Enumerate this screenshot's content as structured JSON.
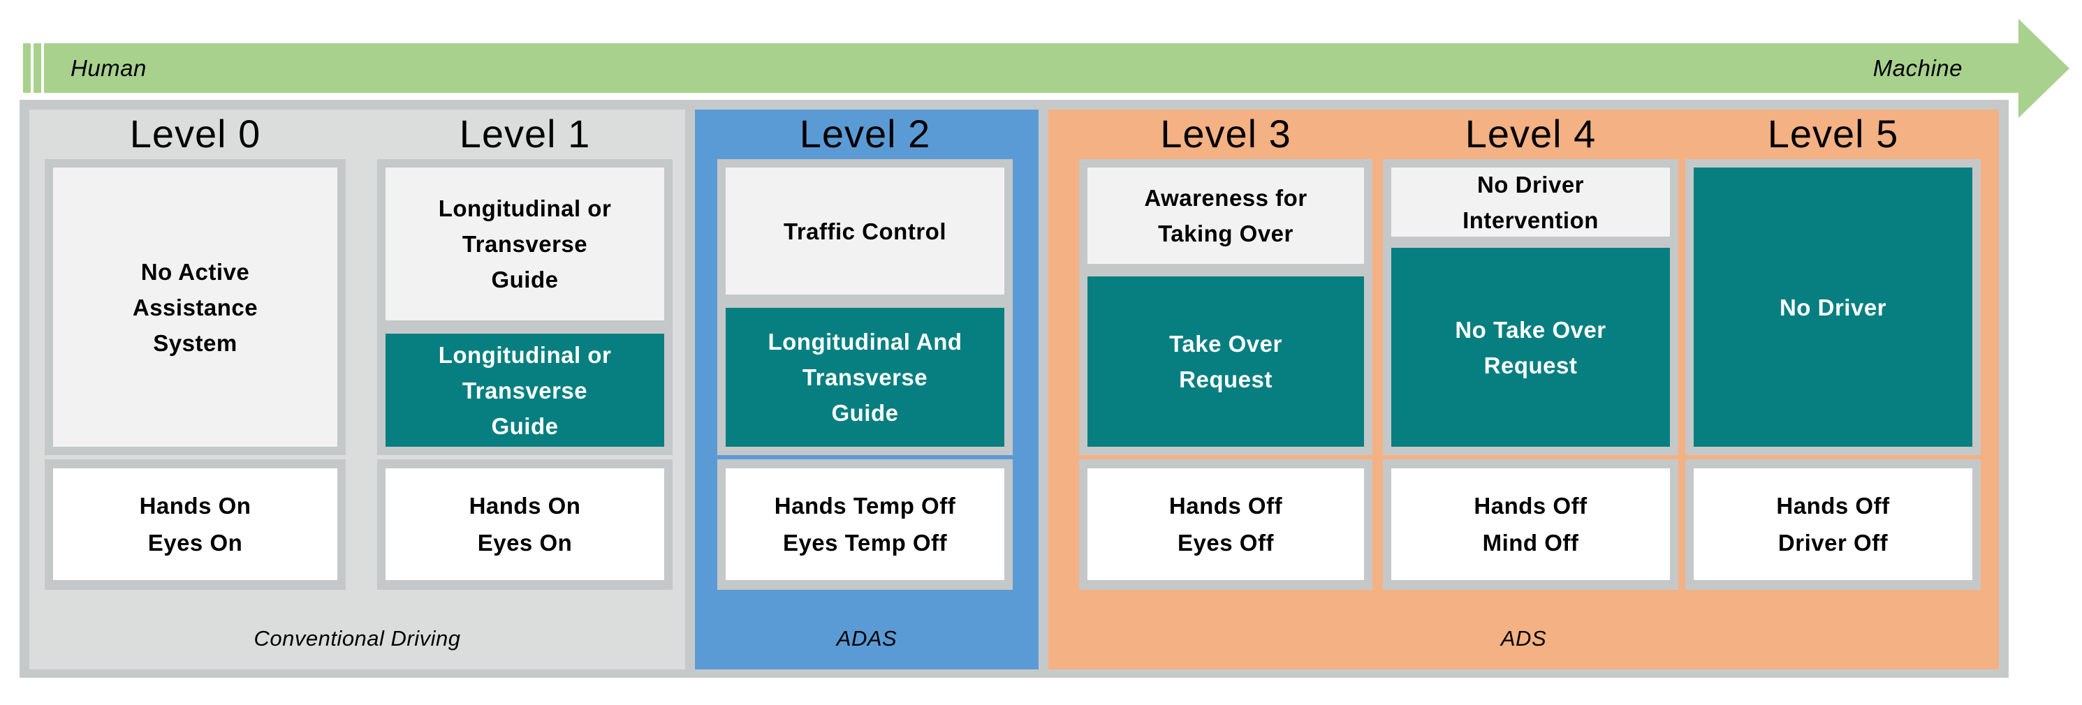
{
  "arrow": {
    "left_label": "Human",
    "right_label": "Machine"
  },
  "panels": {
    "conventional": {
      "label": "Conventional Driving"
    },
    "adas": {
      "label": "ADAS"
    },
    "ads": {
      "label": "ADS"
    }
  },
  "levels": [
    {
      "header": "Level 0",
      "light": [
        "No Active",
        "Assistance",
        "System"
      ],
      "hands": [
        "Hands On",
        "Eyes On"
      ]
    },
    {
      "header": "Level 1",
      "light": [
        "Longitudinal or",
        "Transverse",
        "Guide"
      ],
      "teal": [
        "Longitudinal or",
        "Transverse",
        "Guide"
      ],
      "hands": [
        "Hands On",
        "Eyes On"
      ]
    },
    {
      "header": "Level 2",
      "light": [
        "Traffic Control"
      ],
      "teal": [
        "Longitudinal And",
        "Transverse",
        "Guide"
      ],
      "hands": [
        "Hands Temp Off",
        "Eyes Temp Off"
      ]
    },
    {
      "header": "Level 3",
      "light": [
        "Awareness for",
        "Taking Over"
      ],
      "teal": [
        "Take Over",
        "Request"
      ],
      "hands": [
        "Hands Off",
        "Eyes Off"
      ]
    },
    {
      "header": "Level 4",
      "light": [
        "No Driver",
        "Intervention"
      ],
      "teal": [
        "No Take Over",
        "Request"
      ],
      "hands": [
        "Hands Off",
        "Mind Off"
      ]
    },
    {
      "header": "Level 5",
      "teal": [
        "No Driver"
      ],
      "hands": [
        "Hands Off",
        "Driver Off"
      ]
    }
  ],
  "colors": {
    "arrow-green": "#a9d18e",
    "container-gray": "#c6c9c9",
    "panel-gray": "#dbdcdc",
    "frame-gray": "#c5c8c8",
    "light-box": "#f2f2f2",
    "white-box": "#ffffff",
    "teal": "#077f80",
    "blue": "#5b9bd5",
    "orange": "#f4b183",
    "text-dark": "#000000",
    "text-light": "#ffffff"
  }
}
